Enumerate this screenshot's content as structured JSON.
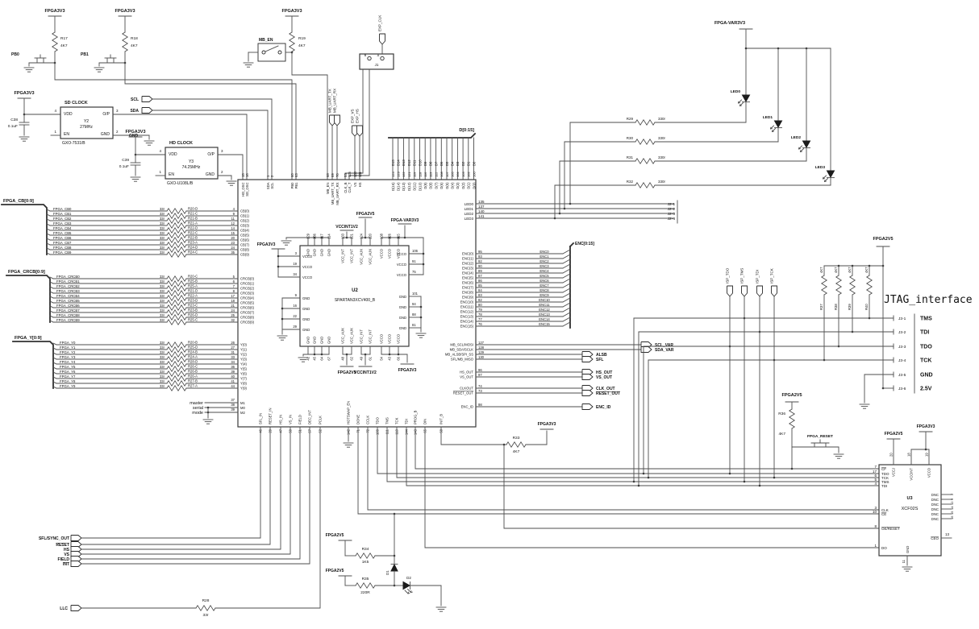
{
  "canvas": {
    "bg": "#ffffff",
    "wire": "#4d4d4d",
    "ink": "#101010"
  },
  "top_left_cells": [
    {
      "power": "FPGA3V3",
      "resistor": "R17",
      "value": "4K7",
      "button": "PB0"
    },
    {
      "power": "FPGA3V3",
      "resistor": "R18",
      "value": "4K7",
      "button": "PB1"
    },
    {
      "power": "FPGA3V3",
      "resistor": "R19",
      "value": "4K7",
      "switch": "MB_EN"
    }
  ],
  "clocks": [
    {
      "title": "SD CLOCK",
      "ref": "Y2",
      "freq": "27MHz",
      "part": "GXO-7531/B",
      "power": "FPGA3V3",
      "cap_ref": "C38",
      "cap_val": "0.1uF",
      "pin_vdd": "VDD",
      "pin_op": "O/P",
      "pin_en": "EN",
      "pin_gnd": "GND",
      "n_vdd": "4",
      "n_op": "3",
      "n_en": "1",
      "n_gnd": "2",
      "gnd_net": "GND"
    },
    {
      "title": "HD CLOCK",
      "ref": "Y3",
      "freq": "74.25MHz",
      "part": "GXO-U108L/B",
      "power": "FPGA3V3",
      "cap_ref": "C39",
      "cap_val": "0.1uF",
      "pin_vdd": "VDD",
      "pin_op": "O/P",
      "pin_en": "EN",
      "pin_gnd": "GND",
      "n_vdd": "4",
      "n_op": "3",
      "n_en": "1",
      "n_gnd": "2",
      "gnd_net": ""
    }
  ],
  "signal_flags": {
    "scl": "SCL",
    "sda": "SDA",
    "uart": [
      "MB_UART_TX",
      "MB_UART_RX"
    ],
    "exp_clk": "EXP_CLK",
    "exp": [
      "EXP_VS",
      "EXP_HS"
    ]
  },
  "jumper": {
    "ref": "J1",
    "pin_b": "B",
    "pin_a": "A"
  },
  "d_bus": {
    "label": "D[0:15]",
    "wires": [
      {
        "net": "D15",
        "pin": "124",
        "name": "D(15)"
      },
      {
        "net": "D14",
        "pin": "123",
        "name": "D(14)"
      },
      {
        "net": "D13",
        "pin": "122",
        "name": "D(13)"
      },
      {
        "net": "D12",
        "pin": "121",
        "name": "D(12)"
      },
      {
        "net": "D11",
        "pin": "119",
        "name": "D(11)"
      },
      {
        "net": "D10",
        "pin": "118",
        "name": "D(10)"
      },
      {
        "net": "D9",
        "pin": "116",
        "name": "D(9)"
      },
      {
        "net": "D8",
        "pin": "113",
        "name": "D(8)"
      },
      {
        "net": "D7",
        "pin": "112",
        "name": "D(7)"
      },
      {
        "net": "D6",
        "pin": "108",
        "name": "D(6)"
      },
      {
        "net": "D5",
        "pin": "107",
        "name": "D(5)"
      },
      {
        "net": "D4",
        "pin": "105",
        "name": "D(4)"
      },
      {
        "net": "D3",
        "pin": "104",
        "name": "D(3)"
      },
      {
        "net": "D2",
        "pin": "103",
        "name": "D(2)"
      },
      {
        "net": "D1",
        "pin": "102",
        "name": "D(1)"
      },
      {
        "net": "D0",
        "pin": "100",
        "name": "D(0)"
      }
    ]
  },
  "u2": {
    "ref": "U2",
    "part": "SPARTAN3XCV400_B",
    "top_pins": [
      {
        "name": "HD_OSC",
        "num": "15"
      },
      {
        "name": "SD_OSC",
        "num": "16"
      },
      {
        "name": "SDA",
        "num": "1"
      },
      {
        "name": "SCL",
        "num": "2"
      },
      {
        "name": "PB0",
        "num": "60"
      },
      {
        "name": "PB1",
        "num": "63"
      },
      {
        "name": "MB_EN",
        "num": "68"
      },
      {
        "name": "MB_UART_TX",
        "num": "69"
      },
      {
        "name": "MB_UART_RX",
        "num": "70"
      },
      {
        "name": "CLK_B",
        "num": "53"
      },
      {
        "name": "CLK_T",
        "num": "125"
      },
      {
        "name": "VS",
        "num": "133"
      },
      {
        "name": "HS",
        "num": "131"
      }
    ],
    "buses": [
      {
        "label": "FPGA_CB[0:9]",
        "rows": [
          {
            "net": "FPGA_CB0",
            "value": "33r",
            "res": "R20-D",
            "pin": "4",
            "name": "CB(0)"
          },
          {
            "net": "FPGA_CB1",
            "value": "33r",
            "res": "R21-C",
            "pin": "9",
            "name": "CB(1)"
          },
          {
            "net": "FPGA_CB2",
            "value": "33r",
            "res": "R21-B",
            "pin": "11",
            "name": "CB(2)"
          },
          {
            "net": "FPGA_CB3",
            "value": "33r",
            "res": "R21-A",
            "pin": "12",
            "name": "CB(3)"
          },
          {
            "net": "FPGA_CB4",
            "value": "33r",
            "res": "R22-D",
            "pin": "14",
            "name": "CB(4)"
          },
          {
            "net": "FPGA_CB5",
            "value": "33r",
            "res": "R22-C",
            "pin": "15",
            "name": "CB(5)"
          },
          {
            "net": "FPGA_CB6",
            "value": "33r",
            "res": "R22-B",
            "pin": "20",
            "name": "CB(6)"
          },
          {
            "net": "FPGA_CB7",
            "value": "33r",
            "res": "R23-A",
            "pin": "23",
            "name": "CB(7)"
          },
          {
            "net": "FPGA_CB8",
            "value": "33r",
            "res": "R24-D",
            "pin": "24",
            "name": "CB(8)"
          },
          {
            "net": "FPGA_CB9",
            "value": "33r",
            "res": "R24-C",
            "pin": "35",
            "name": "CB(9)"
          }
        ]
      },
      {
        "label": "FPGA_CRCB[0:9]",
        "rows": [
          {
            "net": "FPGA_CRCB0",
            "value": "33r",
            "res": "R20-C",
            "pin": "5",
            "name": "CRCB(0)"
          },
          {
            "net": "FPGA_CRCB1",
            "value": "33r",
            "res": "R25-B",
            "pin": "6",
            "name": "CRCB(1)"
          },
          {
            "net": "FPGA_CRCB2",
            "value": "33r",
            "res": "R25-A",
            "pin": "7",
            "name": "CRCB(2)"
          },
          {
            "net": "FPGA_CRCB3",
            "value": "33r",
            "res": "R21-D",
            "pin": "8",
            "name": "CRCB(3)"
          },
          {
            "net": "FPGA_CRCB4",
            "value": "33r",
            "res": "R22-A",
            "pin": "17",
            "name": "CRCB(4)"
          },
          {
            "net": "FPGA_CRCB5",
            "value": "33r",
            "res": "R23-D",
            "pin": "18",
            "name": "CRCB(5)"
          },
          {
            "net": "FPGA_CRCB6",
            "value": "33r",
            "res": "R23-C",
            "pin": "21",
            "name": "CRCB(6)"
          },
          {
            "net": "FPGA_CRCB7",
            "value": "33r",
            "res": "R23-B",
            "pin": "24",
            "name": "CRCB(7)"
          },
          {
            "net": "FPGA_CRCB8",
            "value": "33r",
            "res": "R26-D",
            "pin": "25",
            "name": "CRCB(8)"
          },
          {
            "net": "FPGA_CRCB9",
            "value": "33r",
            "res": "R25-C",
            "pin": "32",
            "name": "CRCB(9)"
          }
        ]
      },
      {
        "label": "FPGA_Y[0:9]",
        "rows": [
          {
            "net": "FPGA_Y0",
            "value": "33r",
            "res": "R20-B",
            "pin": "26",
            "name": "Y(0)"
          },
          {
            "net": "FPGA_Y1",
            "value": "33r",
            "res": "R25-D",
            "pin": "27",
            "name": "Y(1)"
          },
          {
            "net": "FPGA_Y2",
            "value": "33r",
            "res": "R24-B",
            "pin": "31",
            "name": "Y(2)"
          },
          {
            "net": "FPGA_Y3",
            "value": "33r",
            "res": "R24-A",
            "pin": "33",
            "name": "Y(3)"
          },
          {
            "net": "FPGA_Y4",
            "value": "33r",
            "res": "R28-D",
            "pin": "34",
            "name": "Y(4)"
          },
          {
            "net": "FPGA_Y5",
            "value": "33r",
            "res": "R26-C",
            "pin": "36",
            "name": "Y(5)"
          },
          {
            "net": "FPGA_Y6",
            "value": "33r",
            "res": "R26-B",
            "pin": "39",
            "name": "Y(6)"
          },
          {
            "net": "FPGA_Y7",
            "value": "33r",
            "res": "R26-A",
            "pin": "40",
            "name": "Y(7)"
          },
          {
            "net": "FPGA_Y8",
            "value": "33r",
            "res": "R27-B",
            "pin": "41",
            "name": "Y(8)"
          },
          {
            "net": "FPGA_Y9",
            "value": "33r",
            "res": "R27-A",
            "pin": "44",
            "name": "Y(9)"
          }
        ]
      }
    ],
    "mode": {
      "rows": [
        {
          "label": "master",
          "pin": "37",
          "name": "M1"
        },
        {
          "label": "serial",
          "pin": "38",
          "name": "M0"
        },
        {
          "label": "mode",
          "pin": "39",
          "name": "M2"
        }
      ]
    },
    "bottom_left_pins": [
      {
        "name": "SFL_IN",
        "num": "46"
      },
      {
        "name": "RESET_IN",
        "num": "29"
      },
      {
        "name": "HS_IN",
        "num": "47"
      },
      {
        "name": "VS_IN",
        "num": "50"
      },
      {
        "name": "FIELD",
        "num": "51"
      },
      {
        "name": "DEC_INT",
        "num": "57"
      },
      {
        "name": "PCLK",
        "num": "52"
      }
    ],
    "bottom_right_pins": [
      {
        "name": "HOTSWAP_EN",
        "num": "142"
      },
      {
        "name": "DONE",
        "num": "71"
      },
      {
        "name": "CCLK",
        "num": "72"
      },
      {
        "name": "TDO",
        "num": "109"
      },
      {
        "name": "TMS",
        "num": "111"
      },
      {
        "name": "TCK",
        "num": "110"
      },
      {
        "name": "TDI",
        "num": "144"
      },
      {
        "name": "PROG_B",
        "num": "143"
      },
      {
        "name": "DIN",
        "num": "65"
      },
      {
        "name": "INIT_B",
        "num": "58"
      }
    ],
    "led_pins": [
      {
        "name": "LED0",
        "num": "135"
      },
      {
        "name": "LED1",
        "num": "137"
      },
      {
        "name": "LED2",
        "num": "140"
      },
      {
        "name": "LED3",
        "num": "141"
      }
    ],
    "enc": {
      "bus_label": "ENC[0:15]",
      "rows": [
        {
          "name": "ENC(0)",
          "num": "95",
          "net": "ENC0"
        },
        {
          "name": "ENC(1)",
          "num": "93",
          "net": "ENC1"
        },
        {
          "name": "ENC(2)",
          "num": "92",
          "net": "ENC2"
        },
        {
          "name": "ENC(3)",
          "num": "90",
          "net": "ENC3"
        },
        {
          "name": "ENC(4)",
          "num": "89",
          "net": "ENC4"
        },
        {
          "name": "ENC(5)",
          "num": "87",
          "net": "ENC5"
        },
        {
          "name": "ENC(6)",
          "num": "86",
          "net": "ENC6"
        },
        {
          "name": "ENC(7)",
          "num": "85",
          "net": "ENC7"
        },
        {
          "name": "ENC(8)",
          "num": "84",
          "net": "ENC8"
        },
        {
          "name": "ENC(9)",
          "num": "83",
          "net": "ENC9"
        },
        {
          "name": "ENC(10)",
          "num": "82",
          "net": "ENC10"
        },
        {
          "name": "ENC(11)",
          "num": "80",
          "net": "ENC11"
        },
        {
          "name": "ENC(12)",
          "num": "79",
          "net": "ENC12"
        },
        {
          "name": "ENC(13)",
          "num": "78",
          "net": "ENC13"
        },
        {
          "name": "ENC(14)",
          "num": "77",
          "net": "ENC14"
        },
        {
          "name": "ENC(15)",
          "num": "76",
          "net": "ENC15"
        }
      ]
    },
    "spi_rows": [
      {
        "name": "MB_SCL/MOSI",
        "num": "127",
        "flag": "SCL_VAR",
        "far": true
      },
      {
        "name": "MB_SDA/SCLK",
        "num": "128",
        "flag": "SDA_VAR",
        "far": true
      },
      {
        "name": "MB_ALSB/SPI_SS",
        "num": "129",
        "flag": "ALSB",
        "far": false
      },
      {
        "name": "SFL/MB_MISO",
        "num": "130",
        "flag": "SFL",
        "far": false
      }
    ],
    "out_rows": [
      {
        "name": "HS_OUT",
        "num": "96",
        "flag": "HS_OUT",
        "bar": false
      },
      {
        "name": "VS_OUT",
        "num": "97",
        "flag": "VS_OUT",
        "bar": false
      },
      {
        "name": "CLKOUT",
        "num": "74",
        "flag": "CLK_OUT",
        "bar": false
      },
      {
        "name": "RESET_OUT",
        "num": "73",
        "flag": "RESET_OUT",
        "bar": true
      }
    ],
    "enc_id": {
      "name": "ENC_ID",
      "num": "98",
      "flag": "ENC_ID"
    },
    "power_block": {
      "top": {
        "nums": [
          "129",
          "136",
          "117",
          "114",
          "133",
          "121",
          "124",
          "120",
          "138",
          "126",
          "115"
        ],
        "names": [
          "GND",
          "GND",
          "GND",
          "GND",
          "VCC_INT",
          "VCC_INT",
          "VCC_AUX",
          "VCC_AUX",
          "VCCO",
          "VCCO",
          "VCCO"
        ]
      },
      "bottom": {
        "nums": [
          "42",
          "45",
          "64",
          "67",
          "48",
          "62",
          "49",
          "61",
          "54",
          "43",
          "66"
        ],
        "names": [
          "GND",
          "GND",
          "GND",
          "GND",
          "VCC_AUX",
          "VCC_AUX",
          "VCC_INT",
          "VCC_INT",
          "VCCO",
          "VCCO",
          "VCCO"
        ]
      },
      "left": {
        "nums": [
          "3",
          "19",
          "34",
          "9",
          "16",
          "22",
          "29"
        ],
        "names": [
          "VCCO",
          "VCCO",
          "VCCO",
          "GND",
          "GND",
          "GND",
          "GND"
        ]
      },
      "right": {
        "nums": [
          "106",
          "91",
          "75",
          "101",
          "94",
          "88",
          "81"
        ],
        "names": [
          "VCCO",
          "VCCO",
          "VCCO",
          "GND",
          "GND",
          "GND",
          "GND"
        ]
      },
      "rails": {
        "left": "FPGA3V3",
        "int_top": "VCCINT1V2",
        "aux_top": "FPGA2V5",
        "var_top": "FPGA-VAR3V3",
        "aux_bot": "FPGA2V5",
        "int_bot": "VCCINT1V2",
        "vcco_bot": "FPGA3V3"
      }
    }
  },
  "led_array": {
    "power": "FPGA-VAR3V3",
    "rows": [
      {
        "res": "R29",
        "val": "330r",
        "led": "LED0"
      },
      {
        "res": "R30",
        "val": "330r",
        "led": "LED1"
      },
      {
        "res": "R31",
        "val": "330r",
        "led": "LED2"
      },
      {
        "res": "R32",
        "val": "330r",
        "led": "LED3"
      }
    ],
    "connector": [
      "J2-1",
      "J2-2",
      "J2-3",
      "J2-4"
    ]
  },
  "jtag": {
    "title": "JTAG_interface",
    "power": "FPGA2V5",
    "isp_flags": [
      "ISP_TDO",
      "ISP_TMS",
      "ISP_TDI",
      "ISP_TCK"
    ],
    "pullups": [
      {
        "res": "R37",
        "val": "4K7"
      },
      {
        "res": "R38",
        "val": "4K7"
      },
      {
        "res": "R39",
        "val": "4K7"
      },
      {
        "res": "R40",
        "val": "4K7"
      }
    ],
    "connector": [
      {
        "pin": "J3-1",
        "sig": "TMS"
      },
      {
        "pin": "J3-2",
        "sig": "TDI"
      },
      {
        "pin": "J3-3",
        "sig": "TDO"
      },
      {
        "pin": "J3-4",
        "sig": "TCK"
      },
      {
        "pin": "J3-5",
        "sig": "GND"
      },
      {
        "pin": "J3-6",
        "sig": "2.5V"
      }
    ]
  },
  "reset_circuit": {
    "power": "FPGA2V5",
    "res": "R36",
    "val": "4K7",
    "button": "FPGA_RESET"
  },
  "init_pullup": {
    "res": "R33",
    "val": "4K7",
    "power": "FPGA3V3"
  },
  "done_circuit": {
    "p1": "FPGA2V5",
    "r1": "R34",
    "v1": "1K5",
    "d1": "D1",
    "p2": "FPGA2V5",
    "r2": "R35",
    "v2": "220R",
    "d2": "D2"
  },
  "u3": {
    "ref": "U3",
    "part": "XCF02S",
    "power1": "FPGA2V5",
    "power2": "FPGA3V3",
    "left_pins": [
      {
        "name": "CF",
        "num": "7",
        "bar": true
      },
      {
        "name": "TDO",
        "num": "17",
        "bar": false
      },
      {
        "name": "TCK",
        "num": "6",
        "bar": false
      },
      {
        "name": "TMS",
        "num": "5",
        "bar": false
      },
      {
        "name": "TDI",
        "num": "4",
        "bar": false
      },
      {
        "name": "CLK",
        "num": "3",
        "bar": false
      },
      {
        "name": "CE",
        "num": "10",
        "bar": true
      },
      {
        "name": "OE/RESET",
        "num": "8",
        "bar": true
      },
      {
        "name": "DO",
        "num": "1",
        "bar": false
      }
    ],
    "top_pins": [
      {
        "name": "VCCJ",
        "num": "20"
      },
      {
        "name": "VCCINT",
        "num": "18"
      },
      {
        "name": "VCCO",
        "num": "19"
      }
    ],
    "dnc": {
      "name": "DNC",
      "nums": [
        "2",
        "9",
        "12",
        "14",
        "15",
        "16"
      ]
    },
    "ceo": {
      "name": "CEO",
      "num": "13"
    },
    "gnd_pin": {
      "name": "GND",
      "num": "11"
    }
  },
  "bottom_flags": [
    {
      "label": "SFL/SYNC_OUT",
      "bar": false
    },
    {
      "label": "RESET",
      "bar": true
    },
    {
      "label": "HS",
      "bar": false
    },
    {
      "label": "VS",
      "bar": false
    },
    {
      "label": "FIELD",
      "bar": false
    },
    {
      "label": "INT",
      "bar": true
    }
  ],
  "llc": {
    "label": "LLC",
    "res": "R28",
    "val": "33r"
  }
}
